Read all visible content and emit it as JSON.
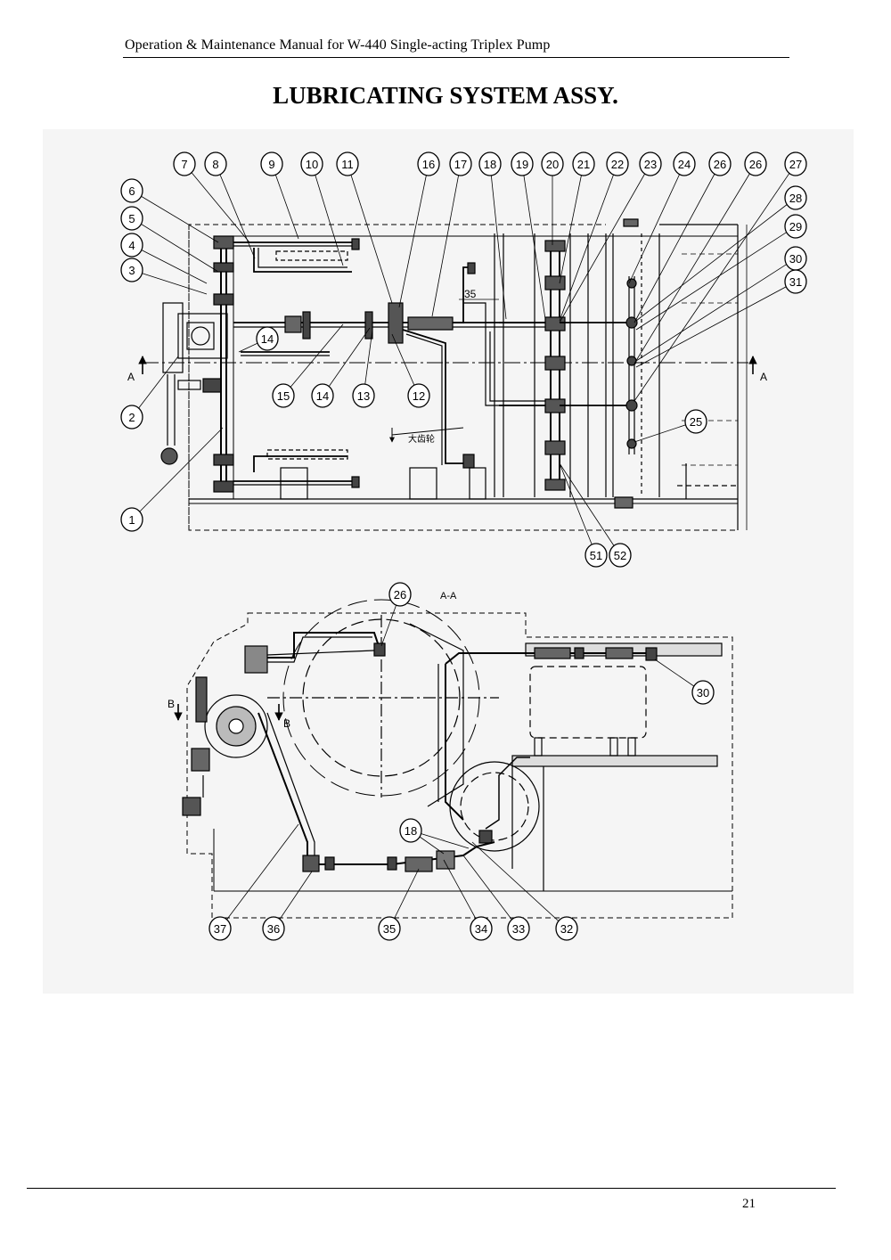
{
  "header": {
    "running_title": "Operation & Maintenance Manual for W-440 Single-acting Triplex Pump"
  },
  "title": "LUBRICATING SYSTEM ASSY.",
  "page_number": "21",
  "top_view": {
    "section_mark": "A",
    "dimension_label": "35",
    "annotation": "大齿轮",
    "callouts": [
      "1",
      "2",
      "3",
      "4",
      "5",
      "6",
      "7",
      "8",
      "9",
      "10",
      "11",
      "12",
      "13",
      "14",
      "14",
      "15",
      "16",
      "17",
      "18",
      "19",
      "20",
      "21",
      "22",
      "23",
      "24",
      "25",
      "26",
      "26",
      "27",
      "28",
      "29",
      "30",
      "31",
      "51",
      "52"
    ]
  },
  "section_view": {
    "section_label": "A-A",
    "section_mark": "B",
    "callouts": [
      "26",
      "30",
      "18",
      "32",
      "33",
      "34",
      "35",
      "36",
      "37"
    ]
  }
}
